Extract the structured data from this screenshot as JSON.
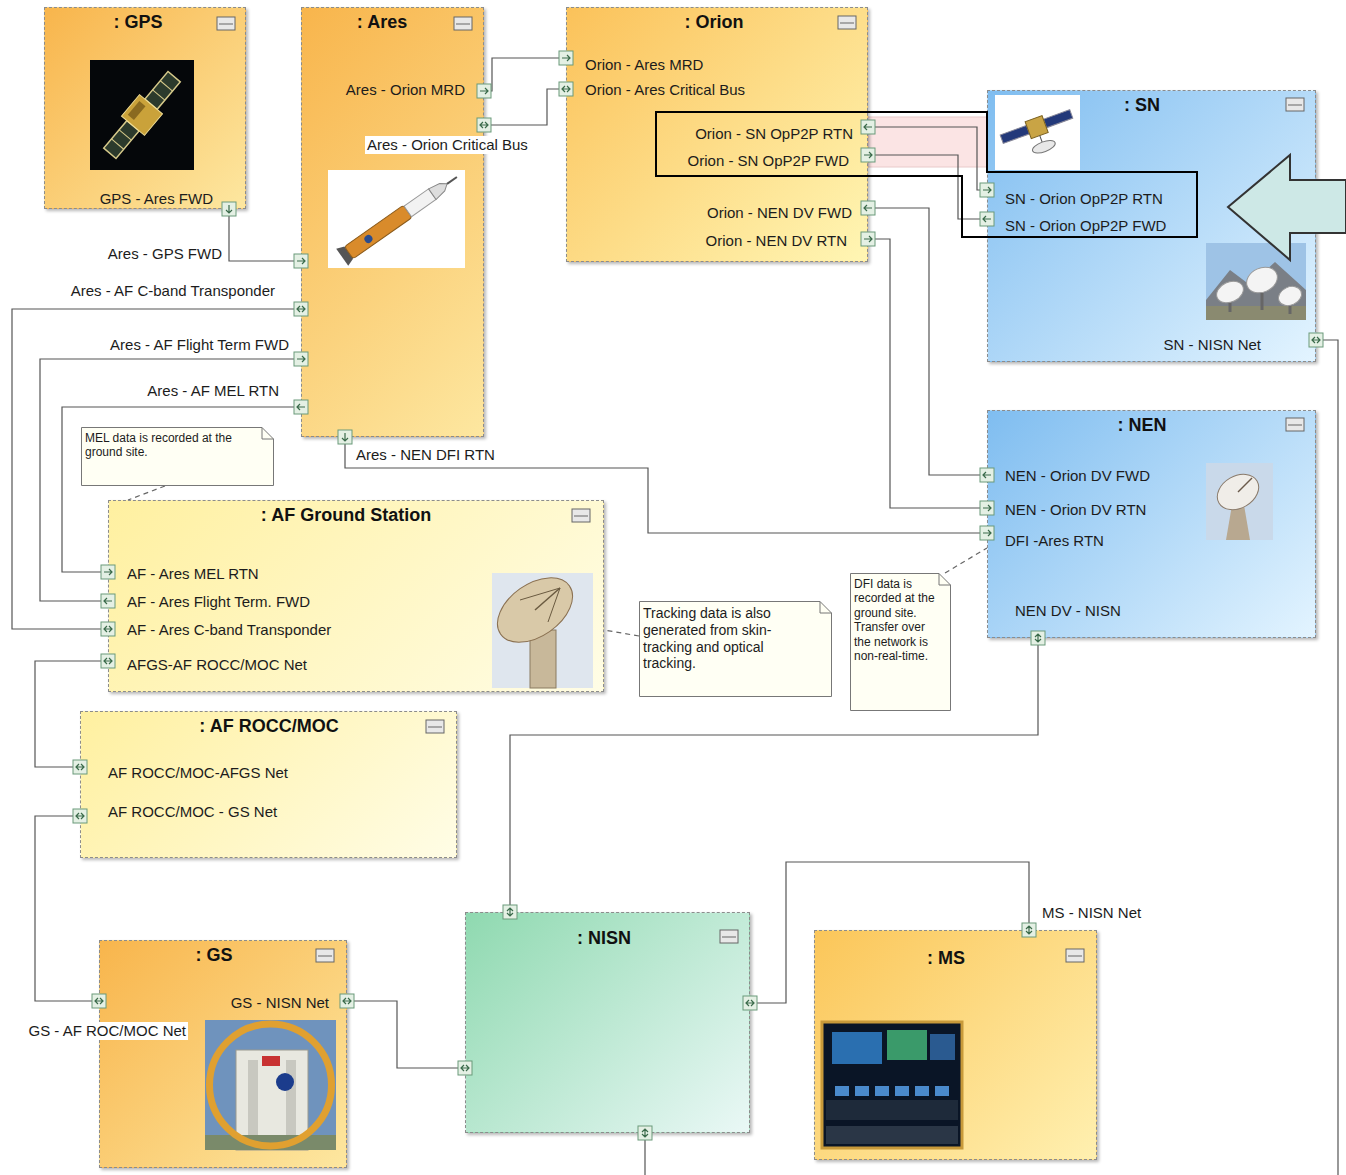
{
  "diagram": {
    "nodes": [
      {
        "text": [
          ": GPS",
          "GPS - Ares FWD"
        ]
      },
      {
        "text": [
          ": Ares",
          "Ares - Orion MRD",
          "Ares - Orion Critical Bus",
          "Ares - GPS FWD",
          "Ares - AF C-band Transponder",
          "Ares - AF Flight Term FWD",
          "Ares - AF MEL RTN",
          "Ares - NEN DFI RTN"
        ]
      },
      {
        "text": [
          ": Orion",
          "Orion - Ares MRD",
          "Orion - Ares Critical Bus",
          "Orion - SN OpP2P RTN",
          "Orion - SN OpP2P FWD",
          "Orion - NEN DV FWD",
          "Orion - NEN DV RTN"
        ]
      },
      {
        "text": [
          ": SN",
          "SN - Orion OpP2P RTN",
          "SN - Orion OpP2P FWD",
          "SN - NISN Net"
        ]
      },
      {
        "text": [
          ": NEN",
          "NEN - Orion DV FWD",
          "NEN - Orion DV RTN",
          "DFI -Ares RTN",
          "NEN DV - NISN"
        ]
      },
      {
        "text": [
          "MEL data is recorded at the ground site."
        ]
      },
      {
        "text": [
          ": AF Ground Station",
          "AF - Ares MEL RTN",
          "AF - Ares Flight Term. FWD",
          "AF - Ares C-band Transponder",
          "AFGS-AF ROCC/MOC Net"
        ]
      },
      {
        "text": [
          "Tracking data is also generated from skin-tracking and optical tracking."
        ]
      },
      {
        "text": [
          "DFI data is recorded at the ground site. Transfer over the network is non-real-time."
        ]
      },
      {
        "text": [
          ": AF ROCC/MOC",
          "AF ROCC/MOC-AFGS Net",
          "AF ROCC/MOC - GS Net"
        ]
      },
      {
        "text": [
          ": GS",
          "GS - NISN Net",
          "GS - AF ROC/MOC Net"
        ]
      },
      {
        "text": [
          ": NISN"
        ]
      },
      {
        "text": [
          ": MS",
          "MS - NISN Net"
        ]
      }
    ],
    "edges": [
      {
        "from": 1,
        "to": 2,
        "arrow": "none"
      },
      {
        "from": 1,
        "to": 2,
        "arrow": "none"
      },
      {
        "from": 2,
        "to": 3,
        "arrow": "none"
      },
      {
        "from": 2,
        "to": 3,
        "arrow": "none"
      },
      {
        "from": 2,
        "to": 4,
        "arrow": "none"
      },
      {
        "from": 2,
        "to": 4,
        "arrow": "none"
      },
      {
        "from": 0,
        "to": 1,
        "arrow": "none"
      },
      {
        "from": 1,
        "to": 6,
        "arrow": "none"
      },
      {
        "from": 1,
        "to": 6,
        "arrow": "none"
      },
      {
        "from": 1,
        "to": 6,
        "arrow": "none"
      },
      {
        "from": 1,
        "to": 4,
        "arrow": "none"
      },
      {
        "from": 6,
        "to": 9,
        "arrow": "none"
      },
      {
        "from": 9,
        "to": 10,
        "arrow": "none"
      },
      {
        "from": 10,
        "to": 11,
        "arrow": "none"
      },
      {
        "from": 4,
        "to": 11,
        "arrow": "none"
      },
      {
        "from": 12,
        "to": 11,
        "arrow": "none"
      },
      {
        "from": 3,
        "to": 11,
        "arrow": "none"
      },
      {
        "from": 5,
        "to": 6,
        "arrow": "none"
      },
      {
        "from": 7,
        "to": 6,
        "arrow": "none"
      },
      {
        "from": 8,
        "to": 4,
        "arrow": "none"
      }
    ]
  }
}
